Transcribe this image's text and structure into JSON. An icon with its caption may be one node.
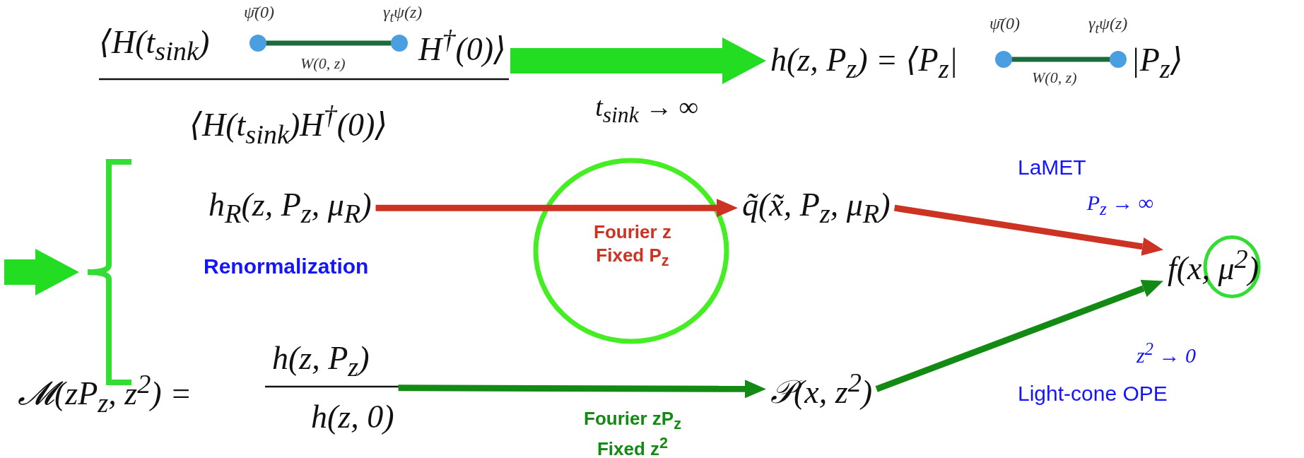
{
  "diagram": {
    "nodes": [
      {
        "text": [
          "⟨H(t$_{sink}$)",
          "H$^{†}$(0)⟩",
          "⟨H(t$_{sink}$)H$^{†}$(0)⟩"
        ]
      },
      {
        "text": [
          "h(z, P$_{z}$) =  ⟨P$_{z}$|",
          "|P$_{z}$⟩"
        ]
      },
      {
        "text": [],
        "shape": "bracket"
      },
      {
        "text": [
          "h$_{R}$(z, P$_{z}$, μ$_{R}$)"
        ]
      },
      {
        "text": [
          "q̃(x̃, P$_{z}$, μ$_{R}$)"
        ]
      },
      {
        "text": [
          "𝓜(zP$_{z}$, z$^{2}$) =",
          "h(z, P$_{z}$)",
          "h(z, 0)"
        ]
      },
      {
        "text": [
          "𝒫(x, z$^{2}$)"
        ]
      },
      {
        "text": [
          "f(x, μ$^{2}$)"
        ]
      }
    ],
    "edges": [
      {
        "from": 0,
        "to": 1,
        "arrow": "to",
        "label": "t$_{sink}$ → ∞",
        "style": "thick",
        "color": "#22dd22"
      },
      {
        "from": null,
        "to": 2,
        "arrow": "to",
        "style": "thick",
        "color": "#22dd22"
      },
      {
        "from": 3,
        "to": 4,
        "arrow": "to",
        "label": "Fourier z Fixed P$_{z}$",
        "color": "#cc3322"
      },
      {
        "from": 5,
        "to": 6,
        "arrow": "to",
        "label": "Fourier zP$_{z}$ Fixed z$^{2}$",
        "color": "#138a13"
      },
      {
        "from": 4,
        "to": 7,
        "arrow": "to",
        "label": "P$_{z}$ → ∞",
        "color": "#cc3322"
      },
      {
        "from": 6,
        "to": 7,
        "arrow": "to",
        "label": "z$^{2}$ → 0",
        "color": "#138a13"
      }
    ],
    "labels": [
      "ψ̄(0)",
      "γ$_{t}$ψ(z)",
      "W(0, z)",
      "ψ̄(0)",
      "γ$_{t}$ψ(z)",
      "W(0, z)",
      "LaMET",
      "Renormalization",
      "Light-cone OPE"
    ]
  }
}
